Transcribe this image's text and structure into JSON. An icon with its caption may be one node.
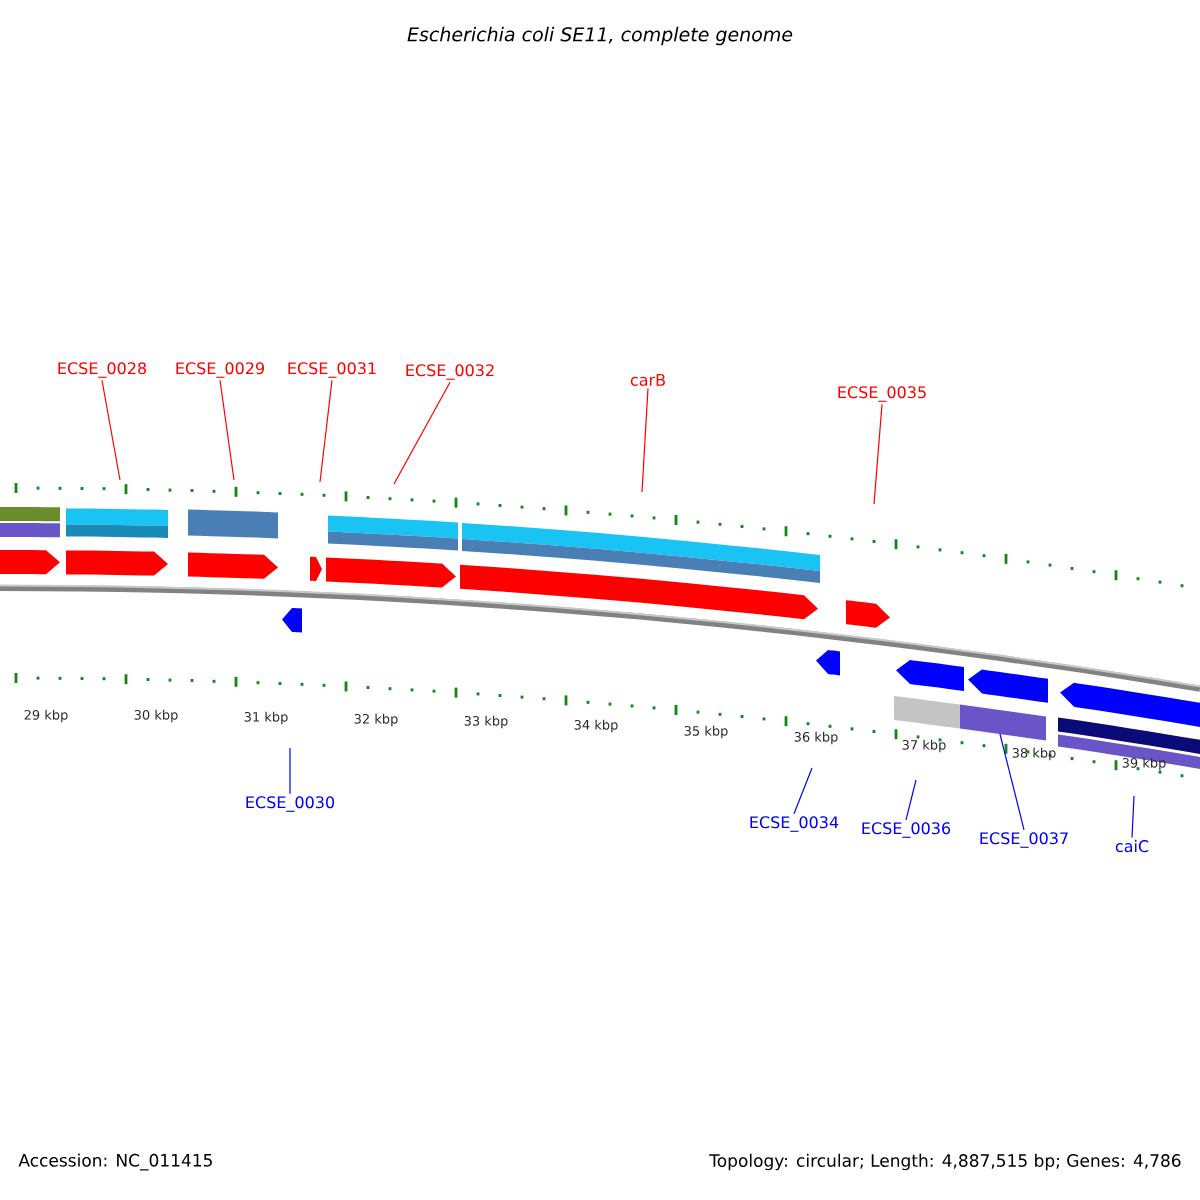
{
  "diagram": {
    "title": "Escherichia coli SE11, complete genome",
    "nodes": [
      {
        "text": [
          "ECSE_0028"
        ]
      },
      {
        "text": [
          "ECSE_0029"
        ]
      },
      {
        "text": [
          "ECSE_0031"
        ]
      },
      {
        "text": [
          "ECSE_0032"
        ]
      },
      {
        "text": [
          "carB"
        ]
      },
      {
        "text": [
          "ECSE_0035"
        ]
      },
      {
        "text": [
          "ECSE_0030"
        ]
      },
      {
        "text": [
          "ECSE_0034"
        ]
      },
      {
        "text": [
          "ECSE_0036"
        ]
      },
      {
        "text": [
          "ECSE_0037"
        ]
      },
      {
        "text": [
          "caiC"
        ]
      }
    ],
    "edges": [
      {
        "from": 0,
        "to": null,
        "arrow": "none"
      },
      {
        "from": 1,
        "to": null,
        "arrow": "none"
      },
      {
        "from": 2,
        "to": null,
        "arrow": "none"
      },
      {
        "from": 3,
        "to": null,
        "arrow": "none"
      },
      {
        "from": 4,
        "to": null,
        "arrow": "none"
      },
      {
        "from": 5,
        "to": null,
        "arrow": "none"
      },
      {
        "from": 6,
        "to": null,
        "arrow": "none",
        "color": "#0000ff"
      },
      {
        "from": 7,
        "to": null,
        "arrow": "none",
        "color": "#0000ff"
      },
      {
        "from": 8,
        "to": null,
        "arrow": "none",
        "color": "#0000ff"
      },
      {
        "from": 9,
        "to": null,
        "arrow": "none",
        "color": "#0000ff"
      },
      {
        "from": 10,
        "to": null,
        "arrow": "none",
        "color": "#0000ff"
      }
    ],
    "labels": [
      "29 kbp",
      "30 kbp",
      "31 kbp",
      "32 kbp",
      "33 kbp",
      "34 kbp",
      "35 kbp",
      "36 kbp",
      "37 kbp",
      "38 kbp",
      "39 kbp",
      "Accession: NC_011415",
      "Topology: circular; Length: 4,887,515 bp; Genes: 4,786"
    ]
  }
}
